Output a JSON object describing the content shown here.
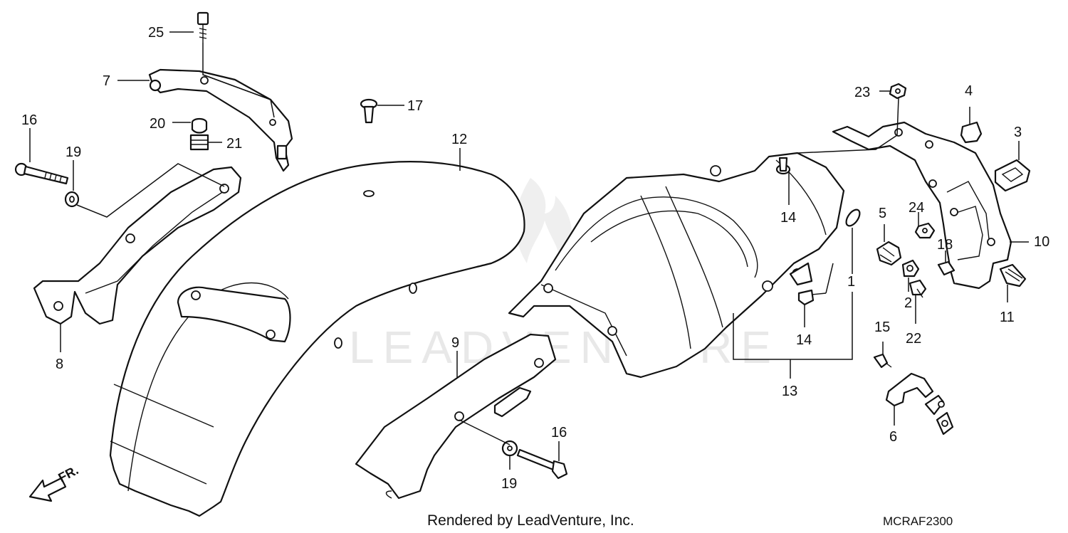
{
  "callouts": {
    "c1": "1",
    "c2": "2",
    "c3": "3",
    "c4": "4",
    "c5": "5",
    "c6": "6",
    "c7": "7",
    "c8": "8",
    "c9": "9",
    "c10": "10",
    "c11": "11",
    "c12": "12",
    "c13": "13",
    "c14a": "14",
    "c14b": "14",
    "c15": "15",
    "c16a": "16",
    "c16b": "16",
    "c17": "17",
    "c18": "18",
    "c19a": "19",
    "c19b": "19",
    "c20": "20",
    "c21": "21",
    "c22": "22",
    "c23": "23",
    "c24": "24",
    "c25": "25"
  },
  "front_indicator": "FR.",
  "footer": {
    "credit": "Rendered by LeadVenture, Inc.",
    "diagram_code": "MCRAF2300"
  },
  "watermark": "LEADVENTURE"
}
